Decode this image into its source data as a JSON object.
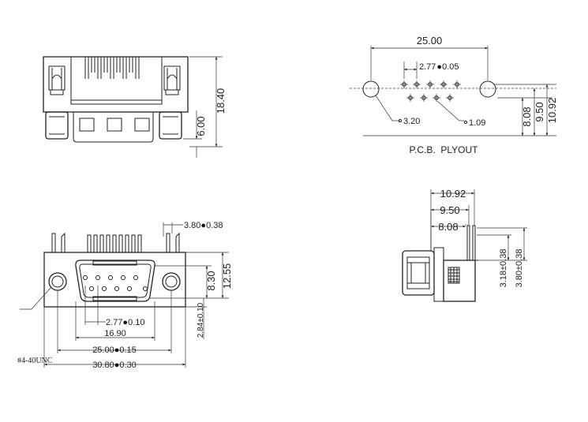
{
  "top_view": {
    "height_total": "18.40",
    "height_lower": "6.00"
  },
  "pcb_layout": {
    "width_total": "25.00",
    "pin_pitch": "2.77",
    "pin_pitch_tol": "0.05",
    "mount_hole_dia": "3.20",
    "pin_hole_dia": "1.09",
    "dim_8_08": "8.08",
    "dim_9_50": "9.50",
    "dim_10_92": "10.92",
    "caption": "P.C.B.  PLYOUT"
  },
  "front_view": {
    "pin_offset": "3.80",
    "pin_offset_tol": "0.38",
    "height_8_30": "8.30",
    "height_12_55": "12.55",
    "flange_height": "2.84±0.10",
    "shell_width": "16.90",
    "pin_pitch": "2.77",
    "pin_pitch_tol": "0.10",
    "mount_width": "25.00",
    "mount_width_tol": "0.15",
    "total_width": "30.80",
    "total_width_tol": "0.30",
    "thread_note": "#4-40UNC"
  },
  "side_view": {
    "dim_10_92": "10.92",
    "dim_9_50": "9.50",
    "dim_8_08": "8.08",
    "pin_height_a": "3.18±0.38",
    "pin_height_b": "3.80±0.38"
  }
}
